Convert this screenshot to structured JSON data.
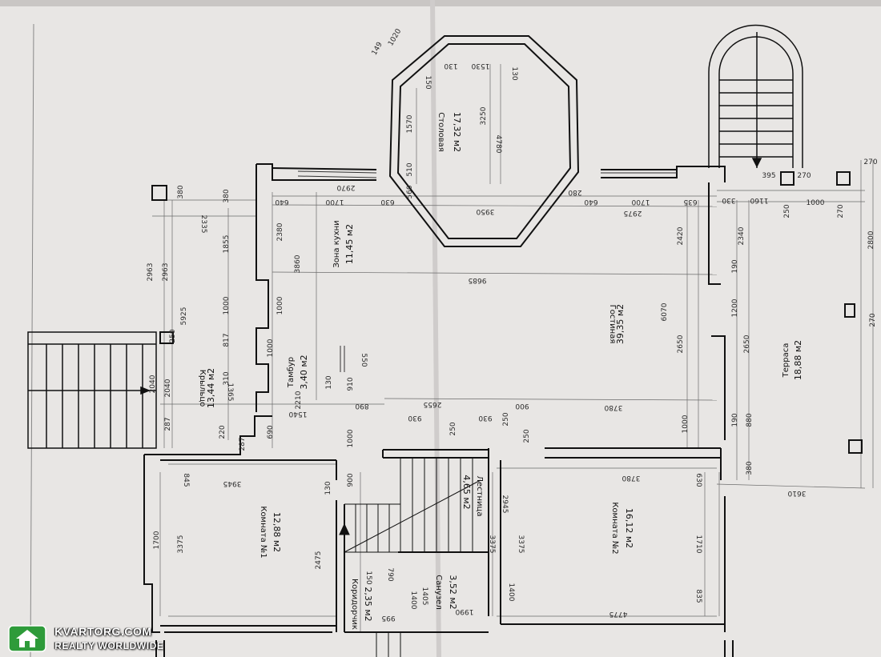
{
  "rooms": {
    "dining": {
      "name": "Столовая",
      "area": "17,32 м2"
    },
    "kitchen": {
      "name": "Зона кухни",
      "area": "11,45 м2"
    },
    "living": {
      "name": "Гостиная",
      "area": "39,35 м2"
    },
    "terrace": {
      "name": "Терраса",
      "area": "18,88 м2"
    },
    "porch": {
      "name": "Крыльцо",
      "area": "13,44 м2"
    },
    "vestibule": {
      "name": "Тамбур",
      "area": "3,40 м2"
    },
    "room1": {
      "name": "Комната №1",
      "area": "12,88 м2"
    },
    "room2": {
      "name": "Комната №2",
      "area": "16,12 м2"
    },
    "stairs": {
      "name": "Лестница",
      "area": "4,65 м2"
    },
    "bathroom": {
      "name": "Санузел",
      "area": "3,52 м2"
    },
    "corridor": {
      "name": "Коридорчик",
      "area": "2,35 м2"
    }
  },
  "dimensions": {
    "d1530": "1530",
    "d130a": "130",
    "d130b": "130",
    "d150": "150",
    "d149": "149",
    "d1020": "1020",
    "d1570": "1570",
    "d3250": "3250",
    "d4780": "4780",
    "d510": "510",
    "d560": "560",
    "d3950": "3950",
    "d9685": "9685",
    "d2970": "2970",
    "d2975": "2975",
    "d640a": "640",
    "d1700a": "1700",
    "d630": "630",
    "d280": "280",
    "d640b": "640",
    "d1700b": "1700",
    "d635": "635",
    "d330": "330",
    "d1160": "1160",
    "d1000a": "1000",
    "d395": "395",
    "d270a": "270",
    "d270b": "270",
    "d250a": "250",
    "d270c": "270",
    "d2800": "2800",
    "d2340": "2340",
    "d190a": "190",
    "d1200": "1200",
    "d2650a": "2650",
    "d190b": "190",
    "d880": "880",
    "d380a": "380",
    "d3610": "3610",
    "d270d": "270",
    "d2420": "2420",
    "d6070": "6070",
    "d2650b": "2650",
    "d1000b": "1000",
    "d2380": "2380",
    "d3860": "3860",
    "d1000c": "1000",
    "d380b": "380",
    "d380c": "380",
    "d2335": "2335",
    "d1855": "1855",
    "d2963a": "2963",
    "d2963b": "2963",
    "d5925": "5925",
    "d250b": "250",
    "d1000d": "1000",
    "d817": "817",
    "d1000e": "1000",
    "d2040a": "2040",
    "d2040b": "2040",
    "d287a": "287",
    "d287b": "287",
    "d1365": "1365",
    "d310": "310",
    "d220": "220",
    "d130c": "130",
    "d550": "550",
    "d910": "910",
    "d2210": "2210",
    "d1540": "1540",
    "d690": "690",
    "d890": "890",
    "d2655": "2655",
    "d930a": "930",
    "d930b": "930",
    "d250c": "250",
    "d250d": "250",
    "d900a": "900",
    "d3780a": "3780",
    "d250e": "250",
    "d1000f": "1000",
    "d900b": "900",
    "d3945": "3945",
    "d3780b": "3780",
    "d845": "845",
    "d1700": "1700",
    "d3375a": "3375",
    "d2475": "2475",
    "d130d": "130",
    "d2945": "2945",
    "d3375b": "3375",
    "d3375c": "3375",
    "d1710": "1710",
    "d630b": "630",
    "d835": "835",
    "d1400a": "1400",
    "d1400b": "1400",
    "d1405": "1405",
    "d150b": "150",
    "d790": "790",
    "d1990": "1990",
    "d4775": "4775",
    "d995": "995"
  },
  "watermark": {
    "site": "KVARTORG.COM",
    "tagline": "REALTY WORLDWIDE"
  },
  "colors": {
    "paper": "#e9e7e5",
    "wall": "#111111",
    "line": "#555555",
    "brand_green": "#2e9b3a"
  }
}
